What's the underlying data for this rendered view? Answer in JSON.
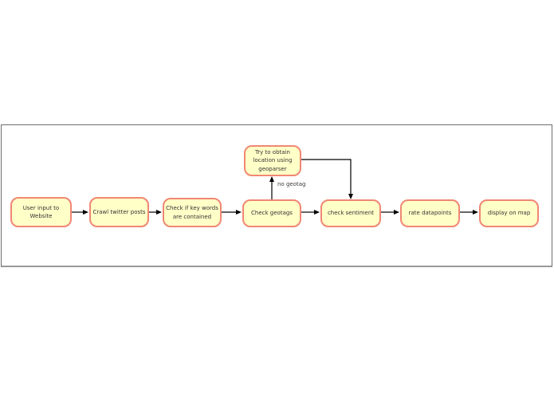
{
  "diagram": {
    "type": "flowchart",
    "nodes": [
      {
        "id": "user-input",
        "label": "User input to\nWebsite"
      },
      {
        "id": "crawl-twitter-posts",
        "label": "Crawl twitter posts"
      },
      {
        "id": "check-keywords",
        "label": "Check if key words\nare contained"
      },
      {
        "id": "check-geotags",
        "label": "Check geotags"
      },
      {
        "id": "try-geoparser",
        "label": "Try to obtain\nlocation using\ngeoparser"
      },
      {
        "id": "check-sentiment",
        "label": "check sentiment"
      },
      {
        "id": "rate-datapoints",
        "label": "rate datapoints"
      },
      {
        "id": "display-on-map",
        "label": "display on map"
      }
    ],
    "edges": [
      {
        "from": "user-input",
        "to": "crawl-twitter-posts",
        "label": ""
      },
      {
        "from": "crawl-twitter-posts",
        "to": "check-keywords",
        "label": ""
      },
      {
        "from": "check-keywords",
        "to": "check-geotags",
        "label": ""
      },
      {
        "from": "check-geotags",
        "to": "check-sentiment",
        "label": ""
      },
      {
        "from": "check-geotags",
        "to": "try-geoparser",
        "label": "no geotag"
      },
      {
        "from": "try-geoparser",
        "to": "check-sentiment",
        "label": ""
      },
      {
        "from": "check-sentiment",
        "to": "rate-datapoints",
        "label": ""
      },
      {
        "from": "rate-datapoints",
        "to": "display-on-map",
        "label": ""
      }
    ],
    "colors": {
      "node_fill": "#FFFFC8",
      "node_border": "#F08773",
      "edge": "#000000",
      "frame_border": "#6E6E6E",
      "background": "#FFFFFF",
      "text": "#333333"
    }
  }
}
